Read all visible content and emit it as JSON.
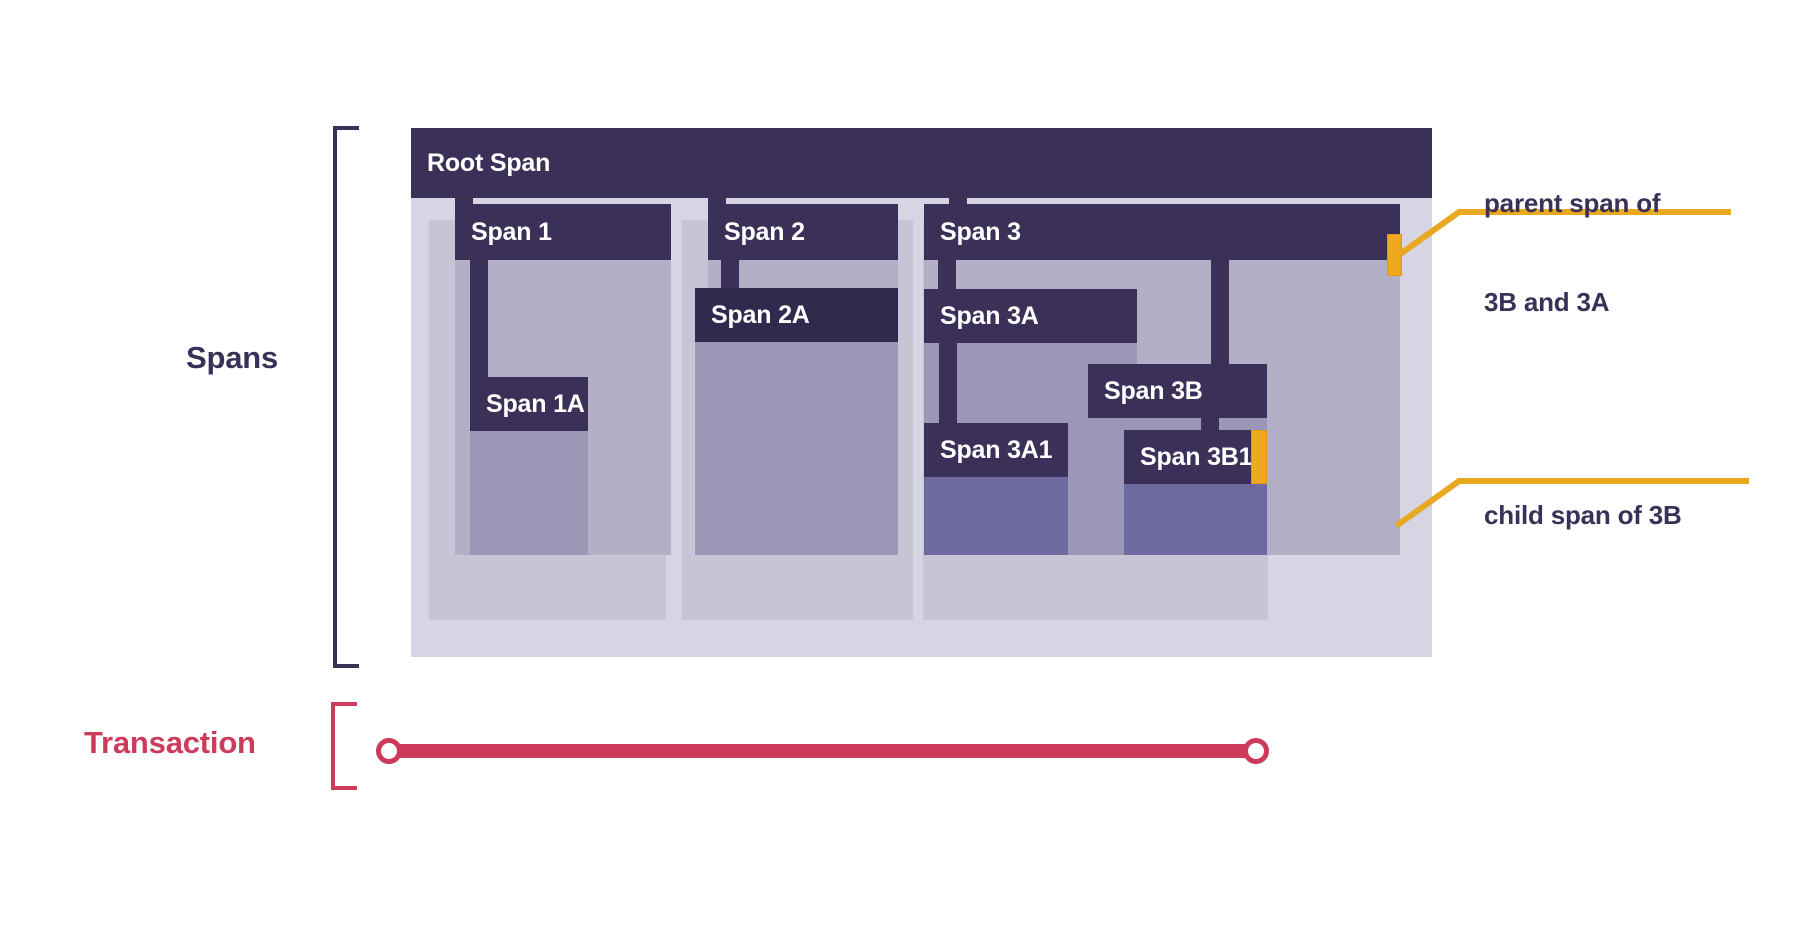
{
  "diagram": {
    "title": "Spans and Transaction trace waterfall",
    "axis_labels": {
      "spans": "Spans",
      "transaction": "Transaction"
    },
    "colors": {
      "span_bar": "#3b3057",
      "span_bar_dark": "#322a4e",
      "container_bg": "#d6d5e3",
      "lane_level1": "#c6c5d6",
      "lane_level2": "#b2b0c6",
      "lane_level3": "#9a98b6",
      "lane_level4": "#6e6aa0",
      "marker_orange": "#f0a81e",
      "transaction_red": "#cc3b5a",
      "text_dark": "#3b3057"
    }
  },
  "spans": [
    {
      "id": "root",
      "label": "Root Span",
      "depth": 0
    },
    {
      "id": "s1",
      "label": "Span 1",
      "depth": 1,
      "parent": "root"
    },
    {
      "id": "s1a",
      "label": "Span 1A",
      "depth": 2,
      "parent": "s1"
    },
    {
      "id": "s2",
      "label": "Span 2",
      "depth": 1,
      "parent": "root"
    },
    {
      "id": "s2a",
      "label": "Span 2A",
      "depth": 2,
      "parent": "s2"
    },
    {
      "id": "s3",
      "label": "Span 3",
      "depth": 1,
      "parent": "root"
    },
    {
      "id": "s3a",
      "label": "Span 3A",
      "depth": 2,
      "parent": "s3"
    },
    {
      "id": "s3a1",
      "label": "Span 3A1",
      "depth": 3,
      "parent": "s3a"
    },
    {
      "id": "s3b",
      "label": "Span 3B",
      "depth": 2,
      "parent": "s3"
    },
    {
      "id": "s3b1",
      "label": "Span 3B1",
      "depth": 3,
      "parent": "s3b"
    }
  ],
  "annotations": [
    {
      "id": "parent-callout",
      "line1": "parent span of",
      "line2": "3B and 3A",
      "target": "Span 3"
    },
    {
      "id": "child-callout",
      "line1": "child span of 3B",
      "line2": "",
      "target": "Span 3B1"
    }
  ],
  "transaction": {
    "label": "Transaction",
    "start_marker": "start-dot",
    "end_marker": "end-dot"
  },
  "icons": {
    "span_marker": "orange-highlight-bar",
    "leader_line": "callout-leader-line",
    "bracket": "curly-bracket"
  }
}
